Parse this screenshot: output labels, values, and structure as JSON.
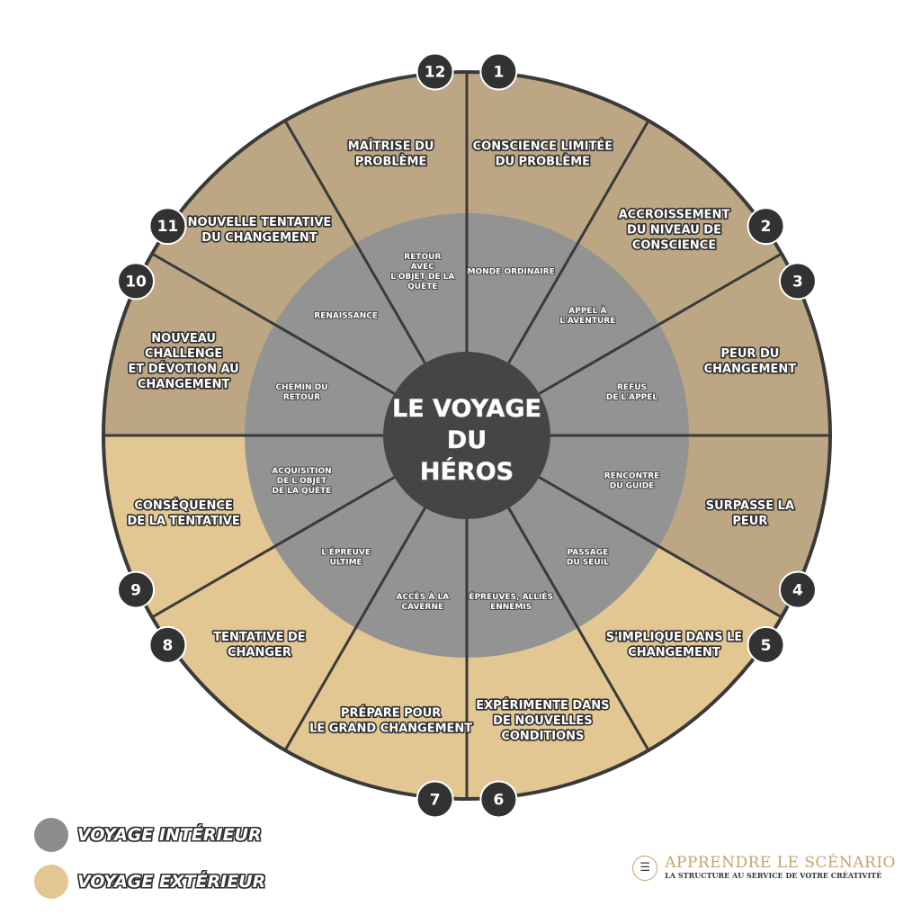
{
  "title": [
    "LE VOYAGE",
    "DU",
    "HÉROS"
  ],
  "colors": {
    "outline": "#3b3a3a",
    "outer_dark": "#bca683",
    "outer_light": "#e3c792",
    "inner_ring": "#939394",
    "center": "#464546",
    "number_disc": "#333233"
  },
  "stages": [
    {
      "number": "1",
      "outer": [
        "CONSCIENCE LIMITÉE",
        "DU PROBLÈME"
      ],
      "inner": [
        "MONDE ORDINAIRE"
      ],
      "tone": "dark"
    },
    {
      "number": "2",
      "outer": [
        "ACCROISSEMENT",
        "DU NIVEAU DE",
        "CONSCIENCE"
      ],
      "inner": [
        "APPEL À",
        "L'AVENTURE"
      ],
      "tone": "dark"
    },
    {
      "number": "3",
      "outer": [
        "PEUR DU",
        "CHANGEMENT"
      ],
      "inner": [
        "REFUS",
        "DE L'APPEL"
      ],
      "tone": "dark"
    },
    {
      "number": "4",
      "outer": [
        "SURPASSE LA",
        "PEUR"
      ],
      "inner": [
        "RENCONTRE",
        "DU GUIDE"
      ],
      "tone": "dark"
    },
    {
      "number": "5",
      "outer": [
        "S'IMPLIQUE DANS LE",
        "CHANGEMENT"
      ],
      "inner": [
        "PASSAGE",
        "DU SEUIL"
      ],
      "tone": "light"
    },
    {
      "number": "6",
      "outer": [
        "EXPÉRIMENTE DANS",
        "DE NOUVELLES",
        "CONDITIONS"
      ],
      "inner": [
        "ÉPREUVES, ALLIÉS",
        "ENNEMIS"
      ],
      "tone": "light"
    },
    {
      "number": "7",
      "outer": [
        "PRÉPARE POUR",
        "LE GRAND CHANGEMENT"
      ],
      "inner": [
        "ACCÈS À LA",
        "CAVERNE"
      ],
      "tone": "light"
    },
    {
      "number": "8",
      "outer": [
        "TENTATIVE DE",
        "CHANGER"
      ],
      "inner": [
        "L'ÉPREUVE",
        "ULTIME"
      ],
      "tone": "light"
    },
    {
      "number": "9",
      "outer": [
        "CONSÉQUENCE",
        "DE LA TENTATIVE"
      ],
      "inner": [
        "ACQUISITION",
        "DE L'OBJET",
        "DE LA QUÊTE"
      ],
      "tone": "light"
    },
    {
      "number": "10",
      "outer": [
        "NOUVEAU",
        "CHALLENGE",
        "ET DÉVOTION AU",
        "CHANGEMENT"
      ],
      "inner": [
        "CHEMIN DU",
        "RETOUR"
      ],
      "tone": "dark"
    },
    {
      "number": "11",
      "outer": [
        "NOUVELLE TENTATIVE",
        "DU CHANGEMENT"
      ],
      "inner": [
        "RENAISSANCE"
      ],
      "tone": "dark"
    },
    {
      "number": "12",
      "outer": [
        "MAÎTRISE DU",
        "PROBLÈME"
      ],
      "inner": [
        "RETOUR",
        "AVEC",
        "L'OBJET DE LA",
        "QUÊTE"
      ],
      "tone": "dark"
    }
  ],
  "legend": {
    "inner": {
      "label": "VOYAGE INTÉRIEUR",
      "color": "#8c8c8d"
    },
    "outer": {
      "label": "VOYAGE EXTÉRIEUR",
      "color": "#e3c792"
    }
  },
  "brand": {
    "title": "APPRENDRE LE SCÉNARIO",
    "tagline": "LA STRUCTURE AU SERVICE DE VOTRE CRÉATIVITÉ"
  }
}
